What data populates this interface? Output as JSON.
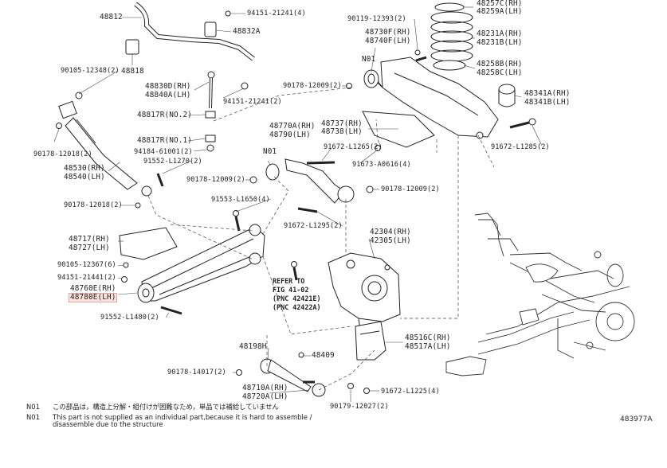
{
  "diagram_id": "483977A",
  "labels": {
    "l48812": "48812",
    "l48818": "48818",
    "l94151a": "94151-21241(4)",
    "l48832A": "48832A",
    "l90105a": "90105-12348(2)",
    "l48830D": "48830D(RH)",
    "l48840A": "48840A(LH)",
    "l94151b": "94151-21241(2)",
    "l48817n2": "48817R(NO.2)",
    "l48817n1": "48817R(NO.1)",
    "l94184": "94184-61001(2)",
    "l90178a": "90178-12018(2)",
    "l91552a": "91552-L1270(2)",
    "l48530": "48530(RH)",
    "l48540": "48540(LH)",
    "l90178b": "90178-12018(2)",
    "l90119": "90119-12393(2)",
    "l48730F": "48730F(RH)",
    "l48740F": "48740F(LH)",
    "lN01a": "N01",
    "l90178c": "90178-12009(2)",
    "l48257C": "48257C(RH)",
    "l48259A": "48259A(LH)",
    "l48231A": "48231A(RH)",
    "l48231B": "48231B(LH)",
    "l48258B": "48258B(RH)",
    "l48258C": "48258C(LH)",
    "l48341A": "48341A(RH)",
    "l48341B": "48341B(LH)",
    "l91672a": "91672-L1285(2)",
    "l48737": "48737(RH)",
    "l48738": "48738(LH)",
    "l48770A": "48770A(RH)",
    "l48790": "48790(LH)",
    "l91672b": "91672-L1265(2)",
    "l91673": "91673-A0616(4)",
    "lN01b": "N01",
    "l90178d": "90178-12009(2)",
    "l90178e": "90178-12009(2)",
    "l91553": "91553-L1650(4)",
    "l91672c": "91672-L1295(2)",
    "l48717": "48717(RH)",
    "l48727": "48727(LH)",
    "l90105b": "90105-12367(6)",
    "l94151c": "94151-21441(2)",
    "l48760E": "48760E(RH)",
    "l48780E": "48780E(LH)",
    "l91552b": "91552-L1480(2)",
    "l42304": "42304(RH)",
    "l42305": "42305(LH)",
    "l48516C": "48516C(RH)",
    "l48517A": "48517A(LH)",
    "l48198H": "48198H",
    "l48409": "48409",
    "l90178f": "90178-14017(2)",
    "l48710A": "48710A(RH)",
    "l48720A": "48720A(LH)",
    "l91672d": "91672-L1225(4)",
    "l90179": "90179-12027(2)"
  },
  "refer": {
    "line1": "REFER TO",
    "line2": "FIG 41-02",
    "line3": "(PNC 42421E)",
    "line4": "(PNC 42422A)"
  },
  "notes": {
    "code1": "N01",
    "text1": "この部品は，構造上分解・組付けが困難なため，単品では補給していません",
    "code2": "N01",
    "text2a": "This part is not supplied as an individual part,because it is hard to assemble /",
    "text2b": "disassemble due to the structure"
  },
  "colors": {
    "ink": "#222222",
    "highlight_bg": "#fbe3df",
    "highlight_border": "#e7a79c"
  }
}
